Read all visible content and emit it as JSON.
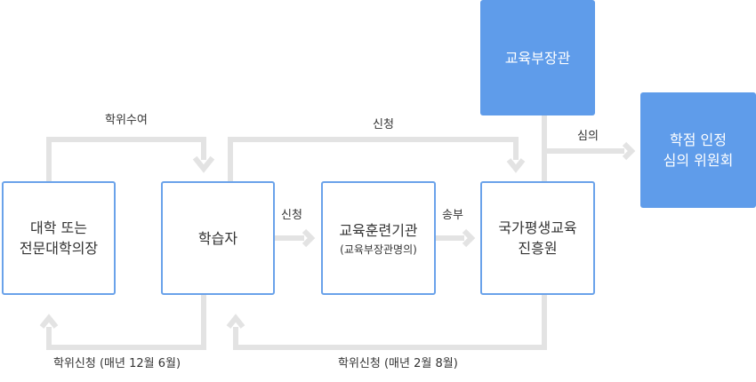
{
  "nodes": {
    "university": {
      "line1": "대학 또는",
      "line2": "전문대학의장"
    },
    "learner": {
      "label": "학습자"
    },
    "institution": {
      "label": "교육훈련기관",
      "sub": "(교육부장관명의)"
    },
    "nile": {
      "line1": "국가평생교육",
      "line2": "진흥원"
    },
    "minister": {
      "label": "교육부장관"
    },
    "committee": {
      "line1": "학점 인정",
      "line2": "심의 위원회"
    }
  },
  "edges": {
    "award": "학위수여",
    "apply_top": "신청",
    "apply_mid": "신청",
    "send": "송부",
    "deliberation": "심의",
    "degree_apply_left": "학위신청 (매년 12월 6월)",
    "degree_apply_right": "학위신청 (매년 2월 8월)"
  },
  "colors": {
    "accent": "#5f9cea",
    "border": "#6aa2ea",
    "arrow": "#e3e3e3",
    "text": "#333333"
  }
}
